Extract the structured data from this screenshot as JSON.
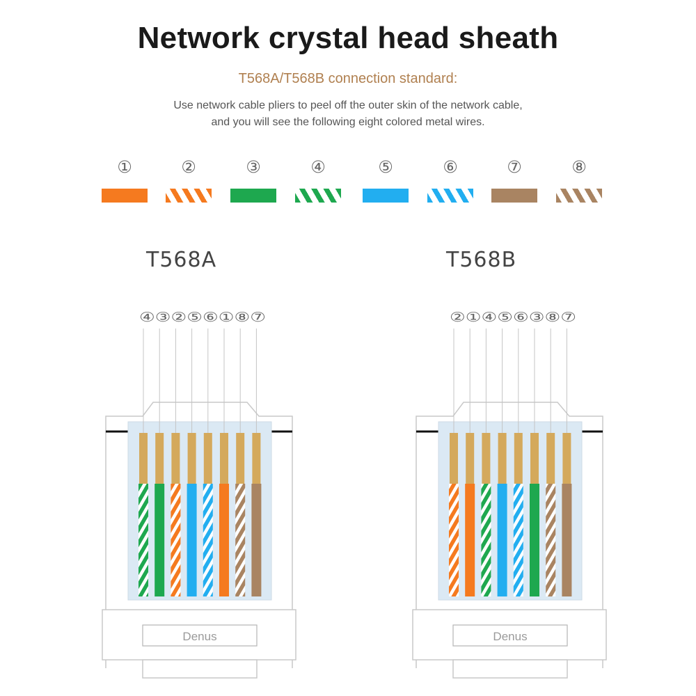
{
  "header": {
    "title": "Network crystal head sheath",
    "subtitle": "T568A/T568B connection standard:",
    "description_line1": "Use network cable pliers to peel off the outer skin of the network cable,",
    "description_line2": "and you will see the following eight colored metal wires."
  },
  "colors": {
    "orange": "#f57a1f",
    "green": "#1ea84f",
    "blue": "#22aef0",
    "brown": "#a98462",
    "copper": "#d4a95c",
    "frame": "#c9c9c9",
    "insert": "#dbe9f4"
  },
  "wires": [
    {
      "num": "①",
      "color": "orange",
      "striped": false
    },
    {
      "num": "②",
      "color": "orange",
      "striped": true
    },
    {
      "num": "③",
      "color": "green",
      "striped": false
    },
    {
      "num": "④",
      "color": "green",
      "striped": true
    },
    {
      "num": "⑤",
      "color": "blue",
      "striped": false
    },
    {
      "num": "⑥",
      "color": "blue",
      "striped": true
    },
    {
      "num": "⑦",
      "color": "brown",
      "striped": false
    },
    {
      "num": "⑧",
      "color": "brown",
      "striped": true
    }
  ],
  "standards": [
    {
      "name": "T568A",
      "order": [
        4,
        3,
        2,
        5,
        6,
        1,
        8,
        7
      ],
      "order_label": "④③②⑤⑥①⑧⑦",
      "brand": "Denus"
    },
    {
      "name": "T568B",
      "order": [
        2,
        1,
        4,
        5,
        6,
        3,
        8,
        7
      ],
      "order_label": "②①④⑤⑥③⑧⑦",
      "brand": "Denus"
    }
  ]
}
